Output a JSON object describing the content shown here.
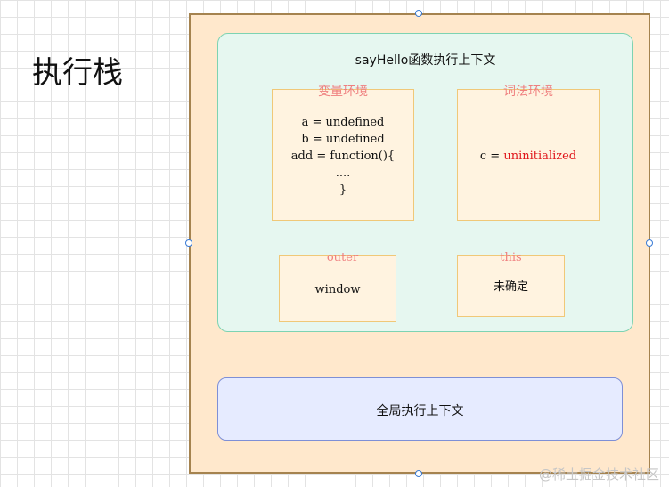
{
  "title": "执行栈",
  "execution_context": {
    "title": "sayHello函数执行上下文",
    "variable_env": {
      "label": "变量环境",
      "lines": [
        "a =  undefined",
        "b = undefined",
        "add = function(){",
        "....",
        "}"
      ]
    },
    "lexical_env": {
      "label": "词法环境",
      "prefix": "c = ",
      "value": "uninitialized"
    },
    "outer": {
      "label": "outer",
      "value": "window"
    },
    "this": {
      "label": "this",
      "value": "未确定"
    }
  },
  "global_context": {
    "label": "全局执行上下文"
  },
  "watermark": "@稀土掘金技术社区",
  "colors": {
    "frame_fill": "#ffe8cc",
    "context_fill": "#e6f7f0",
    "cell_fill": "#fff3e0",
    "global_fill": "#e6ebff",
    "label_red": "#ef7f7f",
    "value_red": "#e0161b"
  }
}
